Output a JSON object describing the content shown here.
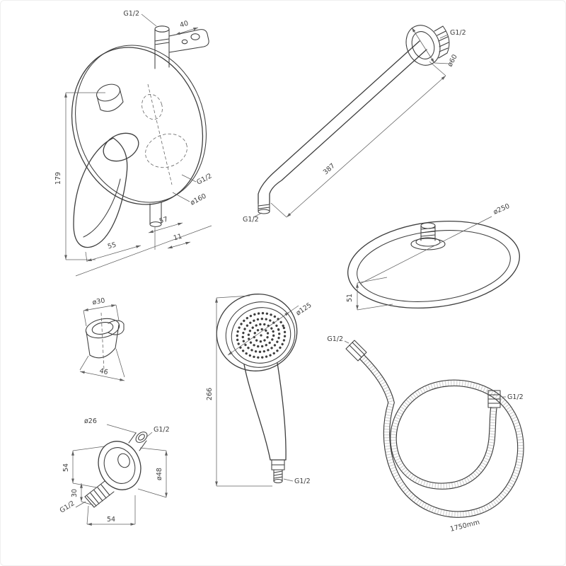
{
  "colors": {
    "background": "#ffffff",
    "line": "#3e3e3e",
    "dimension": "#5f5f5f"
  },
  "labels": {
    "mixer": {
      "thread_top": "G1/2",
      "width_top": "40",
      "height": "179",
      "offset_55": "55",
      "offset_57": "57",
      "offset_11": "11",
      "thread_side": "G1/2",
      "plate_diameter": "ø160"
    },
    "shower_arm": {
      "thread_wall": "G1/2",
      "flange_diameter": "ø60",
      "length": "387",
      "thread_end": "G1/2"
    },
    "rain_head": {
      "diameter": "ø250",
      "height": "51"
    },
    "holder": {
      "diameter": "ø30",
      "depth": "46"
    },
    "wall_elbow": {
      "stub_diameter": "ø26",
      "thread_top": "G1/2",
      "height_54": "54",
      "depth_30": "30",
      "width_54": "54",
      "flange_diameter": "ø48",
      "thread_bottom": "G1/2"
    },
    "hand_shower": {
      "diameter": "ø125",
      "length": "266",
      "thread": "G1/2"
    },
    "hose": {
      "thread_left": "G1/2",
      "thread_right": "G1/2",
      "length": "1750mm"
    }
  }
}
